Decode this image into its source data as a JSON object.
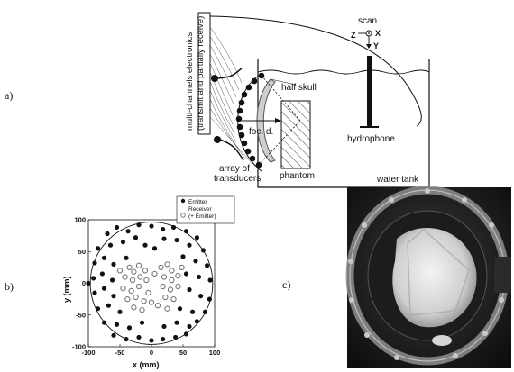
{
  "panels": {
    "a": "a)",
    "b": "b)",
    "c": "c)"
  },
  "diagram_a": {
    "electronics_label_line1": "multi-channels electronics",
    "electronics_label_line2": "(transmit and partially receive)",
    "half_skull": "half skull",
    "focal_distance": "foc. d.",
    "array_line1": "array of",
    "array_line2": "transducers",
    "phantom": "phantom",
    "water_tank": "water tank",
    "hydrophone": "hydrophone",
    "scan": "scan",
    "axis_x": "X",
    "axis_y": "Y",
    "axis_z": "Z"
  },
  "chart_data": {
    "type": "scatter",
    "xlabel": "x (mm)",
    "ylabel": "y (mm)",
    "xlim": [
      -100,
      100
    ],
    "ylim": [
      -100,
      100
    ],
    "xticks": [
      -100,
      -50,
      0,
      50,
      100
    ],
    "yticks": [
      -100,
      -50,
      0,
      50,
      100
    ],
    "tick_labels": [
      "-100",
      "-50",
      "0",
      "50",
      "100"
    ],
    "grid": false,
    "legend_position": "top-right, outside",
    "legend": {
      "emitter": "Emitter",
      "receiver_line1": "Receiver",
      "receiver_line2": "(+ Emitter)"
    },
    "boundary_radius": 97,
    "series": [
      {
        "name": "Emitter",
        "marker": "filled",
        "points": [
          [
            -70,
            78
          ],
          [
            -55,
            88
          ],
          [
            -37,
            82
          ],
          [
            -20,
            92
          ],
          [
            0,
            90
          ],
          [
            18,
            85
          ],
          [
            35,
            88
          ],
          [
            55,
            82
          ],
          [
            72,
            72
          ],
          [
            -85,
            55
          ],
          [
            -65,
            60
          ],
          [
            -45,
            65
          ],
          [
            -25,
            72
          ],
          [
            20,
            70
          ],
          [
            40,
            68
          ],
          [
            60,
            60
          ],
          [
            82,
            52
          ],
          [
            -90,
            32
          ],
          [
            -75,
            40
          ],
          [
            -60,
            30
          ],
          [
            -40,
            40
          ],
          [
            50,
            42
          ],
          [
            70,
            35
          ],
          [
            88,
            28
          ],
          [
            -92,
            8
          ],
          [
            -78,
            15
          ],
          [
            -62,
            5
          ],
          [
            55,
            15
          ],
          [
            75,
            10
          ],
          [
            93,
            5
          ],
          [
            -90,
            -15
          ],
          [
            -75,
            -8
          ],
          [
            -60,
            -20
          ],
          [
            60,
            -10
          ],
          [
            78,
            -20
          ],
          [
            92,
            -25
          ],
          [
            -85,
            -40
          ],
          [
            -68,
            -35
          ],
          [
            -50,
            -45
          ],
          [
            45,
            -40
          ],
          [
            65,
            -45
          ],
          [
            85,
            -45
          ],
          [
            -75,
            -62
          ],
          [
            -55,
            -65
          ],
          [
            -35,
            -70
          ],
          [
            -15,
            -62
          ],
          [
            20,
            -68
          ],
          [
            40,
            -62
          ],
          [
            60,
            -68
          ],
          [
            72,
            -60
          ],
          [
            -60,
            -82
          ],
          [
            -40,
            -88
          ],
          [
            -20,
            -85
          ],
          [
            0,
            -90
          ],
          [
            18,
            -88
          ],
          [
            38,
            -85
          ],
          [
            55,
            -80
          ],
          [
            -10,
            60
          ],
          [
            5,
            55
          ],
          [
            -100,
            0
          ]
        ]
      },
      {
        "name": "Receiver (+ Emitter)",
        "marker": "open",
        "points": [
          [
            -35,
            25
          ],
          [
            -28,
            18
          ],
          [
            -20,
            28
          ],
          [
            -42,
            10
          ],
          [
            -30,
            5
          ],
          [
            -18,
            10
          ],
          [
            -45,
            -8
          ],
          [
            -32,
            -12
          ],
          [
            -20,
            -5
          ],
          [
            -38,
            -25
          ],
          [
            -25,
            -22
          ],
          [
            -12,
            -28
          ],
          [
            -28,
            -38
          ],
          [
            -15,
            -42
          ],
          [
            -5,
            -15
          ],
          [
            -8,
            5
          ],
          [
            -10,
            20
          ],
          [
            15,
            25
          ],
          [
            25,
            30
          ],
          [
            32,
            20
          ],
          [
            20,
            10
          ],
          [
            32,
            5
          ],
          [
            42,
            12
          ],
          [
            18,
            -5
          ],
          [
            30,
            -10
          ],
          [
            42,
            -5
          ],
          [
            22,
            -22
          ],
          [
            35,
            -25
          ],
          [
            10,
            -35
          ],
          [
            25,
            -40
          ],
          [
            5,
            15
          ],
          [
            0,
            -30
          ],
          [
            48,
            25
          ],
          [
            -50,
            20
          ]
        ]
      }
    ]
  }
}
